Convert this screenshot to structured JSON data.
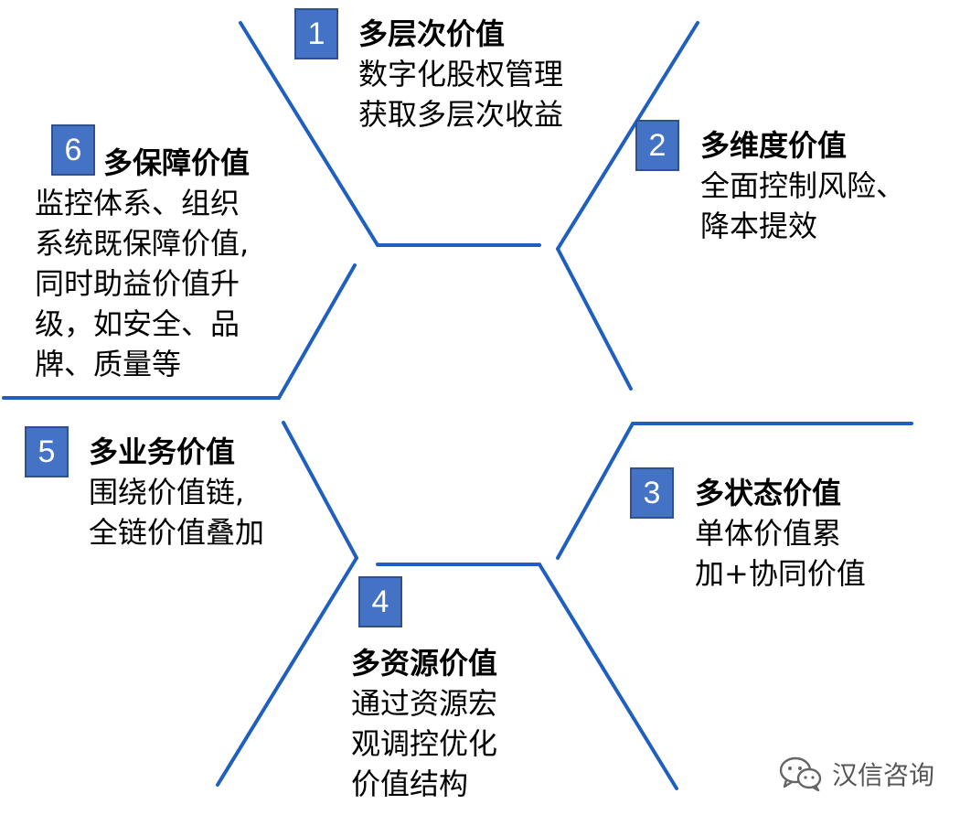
{
  "colors": {
    "line": "#1f5fbf",
    "badge_fill": "#4472c4",
    "badge_border": "#2f528f"
  },
  "items": [
    {
      "number": "1",
      "title": "多层次价值",
      "lines": [
        "数字化股权管理",
        "获取多层次收益"
      ]
    },
    {
      "number": "2",
      "title": "多维度价值",
      "lines": [
        "全面控制风险、",
        "降本提效"
      ]
    },
    {
      "number": "3",
      "title": "多状态价值",
      "lines": [
        "单体价值累",
        "加+协同价值"
      ]
    },
    {
      "number": "4",
      "title": "多资源价值",
      "lines": [
        "通过资源宏",
        "观调控优化",
        "价值结构"
      ]
    },
    {
      "number": "5",
      "title": "多业务价值",
      "lines": [
        "围绕价值链,",
        "全链价值叠加"
      ]
    },
    {
      "number": "6",
      "title": "多保障价值",
      "lines": [
        "监控体系、组织",
        "系统既保障价值,",
        "同时助益价值升",
        "级，如安全、品",
        "牌、质量等"
      ]
    }
  ],
  "watermark": {
    "icon": "wechat-icon",
    "text": "汉信咨询"
  }
}
